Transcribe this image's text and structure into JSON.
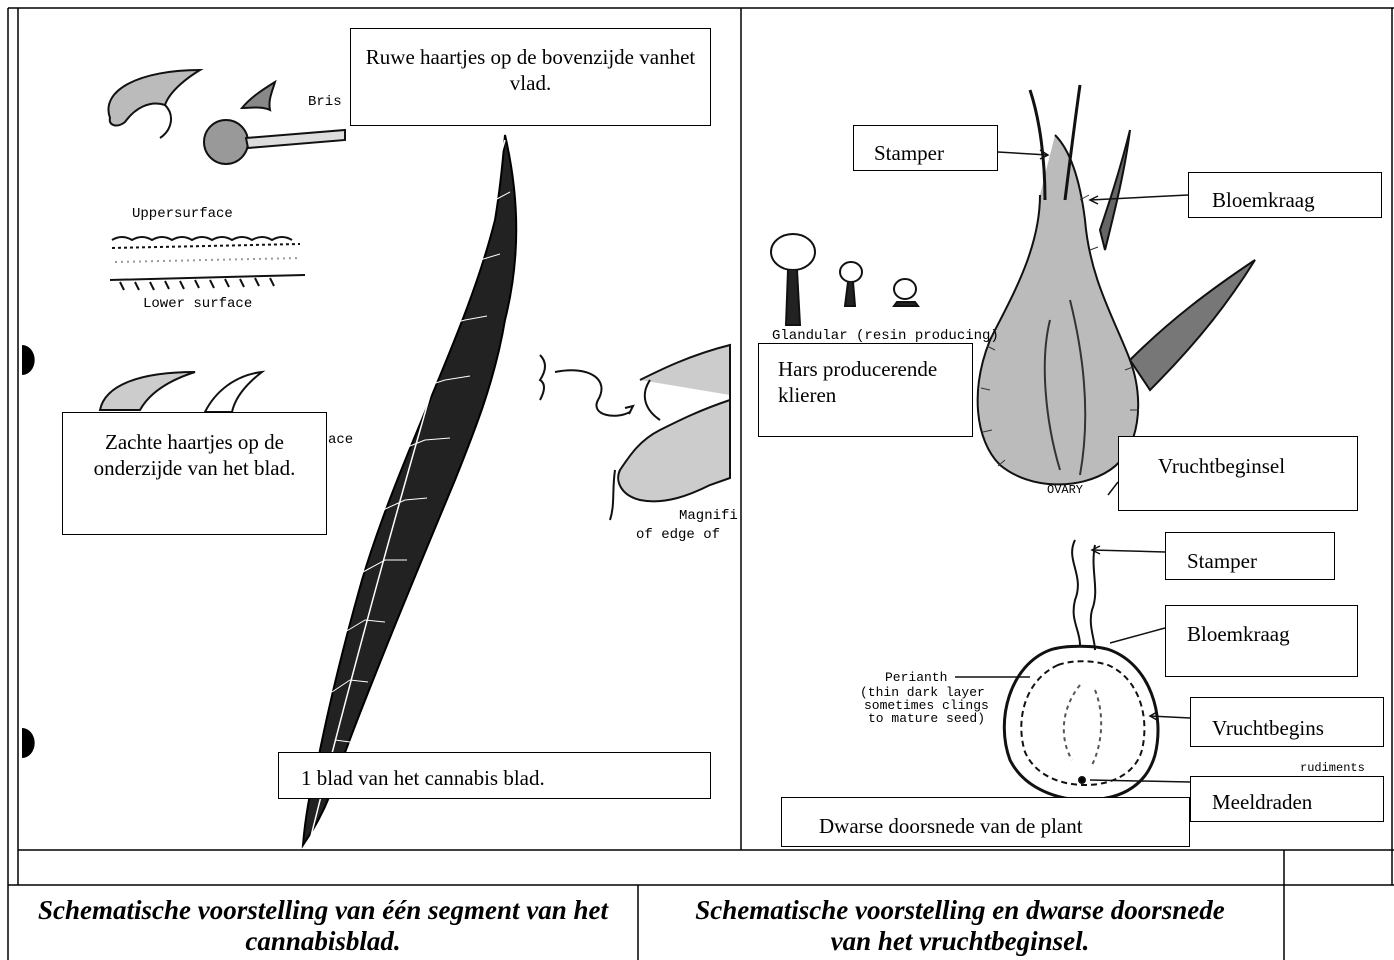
{
  "left_panel": {
    "callouts": {
      "upper_hairs": "Ruwe haartjes op de bovenzijde vanhet vlad.",
      "lower_hairs": "Zachte haartjes op de onderzijde van het blad.",
      "leaf": "1 blad van het cannabis blad."
    },
    "source_labels": {
      "bristle": "Bris",
      "upper_surface": "Uppersurface",
      "lower_surface": "Lower surface",
      "surface_fragment": "ace",
      "magnified_1": "Magnifi",
      "magnified_2": "of edge of"
    }
  },
  "right_panel": {
    "callouts": {
      "stamper_top": "Stamper",
      "bloemkraag_top": "Bloemkraag",
      "hars": "Hars producerende klieren",
      "vruchtbeginsel_top": "Vruchtbeginsel",
      "stamper_bottom": "Stamper",
      "bloemkraag_bottom": "Bloemkraag",
      "vruchtbeginsel_bottom": "Vruchtbegins",
      "meeldraden": "Meeldraden",
      "dwarse": "Dwarse doorsnede van de plant"
    },
    "source_labels": {
      "glandular": "Glandular (resin producing)",
      "ovary": "OVARY",
      "perianth_1": "Perianth",
      "perianth_2": "(thin dark layer",
      "perianth_3": "sometimes clings",
      "perianth_4": "to mature seed)",
      "rudiments": "rudiments"
    }
  },
  "captions": {
    "left": "Schematische voorstelling van één segment van het cannabisblad.",
    "right": "Schematische voorstelling en dwarse doorsnede van het vruchtbeginsel."
  }
}
